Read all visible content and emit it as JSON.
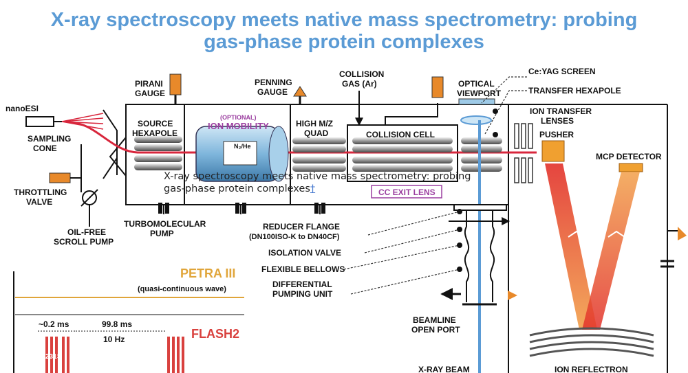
{
  "slide": {
    "title_line1": "X-ray spectroscopy meets native mass spectrometry: probing",
    "title_line2": "gas-phase protein complexes"
  },
  "overlay": {
    "caption": "X-ray spectroscopy meets native mass spectrometry: probing gas-phase protein complexes",
    "dagger": "†"
  },
  "labels": {
    "nanoesi": "nanoESI",
    "sampling_cone_1": "SAMPLING",
    "sampling_cone_2": "CONE",
    "throttling_1": "THROTTLING",
    "throttling_2": "VALVE",
    "oilfree_1": "OIL-FREE",
    "oilfree_2": "SCROLL PUMP",
    "pirani_1": "PIRANI",
    "pirani_2": "GAUGE",
    "source_1": "SOURCE",
    "source_2": "HEXAPOLE",
    "optional": "(OPTIONAL)",
    "ion_mobility": "ION MOBILITY",
    "n2he": "N₂/He",
    "penning_1": "PENNING",
    "penning_2": "GAUGE",
    "highmz_1": "HIGH M/Z",
    "highmz_2": "QUAD",
    "collision_gas_1": "COLLISION",
    "collision_gas_2": "GAS (Ar)",
    "collision_cell": "COLLISION CELL",
    "optical_1": "OPTICAL",
    "optical_2": "VIEWPORT",
    "ceyag": "Ce:YAG SCREEN",
    "transfer_hex": "TRANSFER HEXAPOLE",
    "ion_transfer_1": "ION TRANSFER",
    "ion_transfer_2": "LENSES",
    "pusher": "PUSHER",
    "mcp": "MCP DETECTOR",
    "cc_exit": "CC EXIT LENS",
    "turbo_1": "TURBOMOLECULAR",
    "turbo_2": "PUMP",
    "reducer_1": "REDUCER FLANGE",
    "reducer_2": "(DN100ISO-K to DN40CF)",
    "isolation": "ISOLATION VALVE",
    "bellows": "FLEXIBLE BELLOWS",
    "diff_1": "DIFFERENTIAL",
    "diff_2": "PUMPING UNIT",
    "beamline_1": "BEAMLINE",
    "beamline_2": "OPEN PORT",
    "xray_beam": "X-RAY BEAM",
    "ion_reflectron": "ION REFLECTRON",
    "petra": "PETRA III",
    "petra_sub": "(quasi-continuous wave)",
    "flash": "FLASH2",
    "t_short": "~0.2 ms",
    "t_long": "99.8 ms",
    "freq": "10 Hz",
    "count": "231×"
  },
  "colors": {
    "title": "#5b9bd5",
    "ion_beam": "#d8263c",
    "xray": "#5b9bd5",
    "gauge": "#e8892a",
    "petra": "#e0a53a",
    "flash": "#d9413e"
  }
}
